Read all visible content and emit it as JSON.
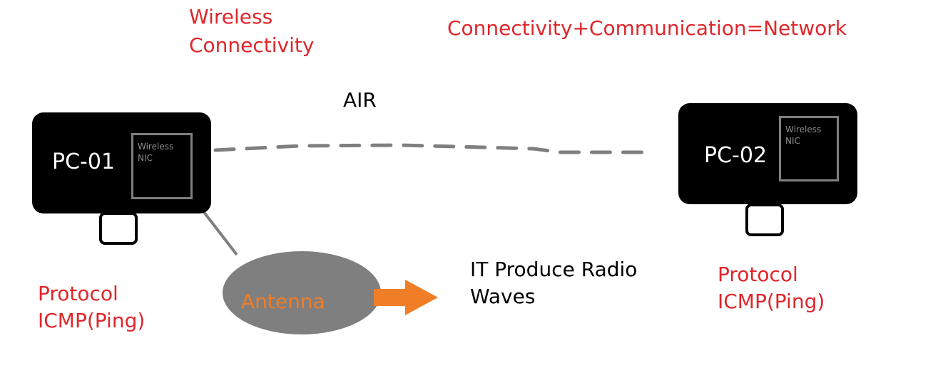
{
  "title_lines": [
    "Wireless",
    "Connectivity"
  ],
  "equation": "Connectivity+Communication=Network",
  "medium_label": "AIR",
  "pc1": {
    "label": "PC-01",
    "nic_lines": [
      "Wireless",
      "NIC"
    ]
  },
  "pc2": {
    "label": "PC-02",
    "nic_lines": [
      "Wireless",
      "NIC"
    ]
  },
  "antenna_label": "Antenna",
  "radio_lines": [
    "IT Produce Radio",
    "Waves"
  ],
  "protocol_left": [
    "Protocol",
    "ICMP(Ping)"
  ],
  "protocol_right": [
    "Protocol",
    "ICMP(Ping)"
  ],
  "colors": {
    "red_text": "#e0262b",
    "orange": "#f07e26",
    "gray": "#7f7f7f",
    "black": "#000000"
  }
}
